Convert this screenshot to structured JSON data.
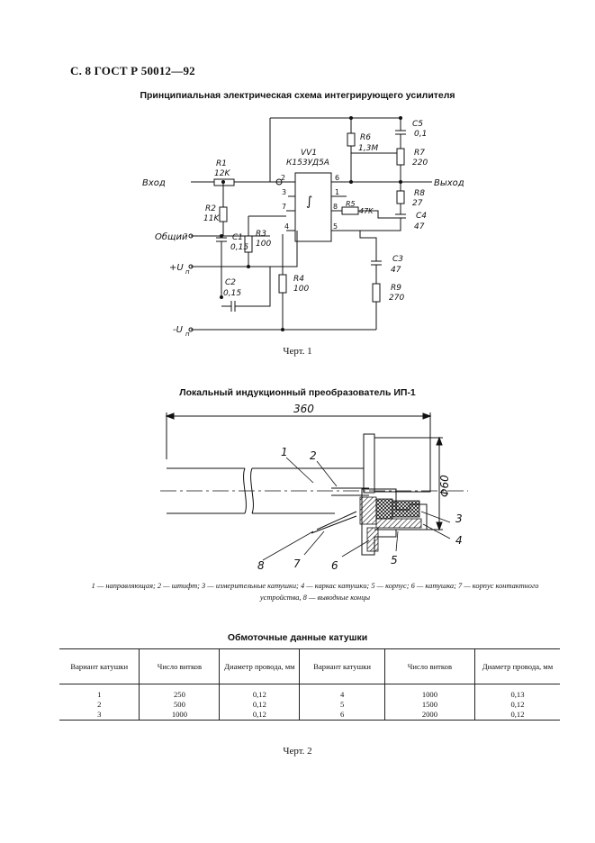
{
  "header": "С. 8 ГОСТ Р 50012—92",
  "figure1": {
    "title": "Принципиальная электрическая схема интегрирующего усилителя",
    "caption": "Черт. 1",
    "labels": {
      "input": "Вход",
      "output": "Выход",
      "common": "Общий",
      "plus_supply": "+U",
      "minus_supply": "-U",
      "supply_sub": "п",
      "chip_ref": "VV1",
      "chip_type": "К153УД5А",
      "integral": "∫",
      "r1": "R1",
      "r1_val": "12K",
      "r2": "R2",
      "r2_val": "11K",
      "r3": "R3",
      "r3_val": "100",
      "r4": "R4",
      "r4_val": "100",
      "r5": "R5",
      "r5_val": "47K",
      "r6": "R6",
      "r6_val": "1,3M",
      "r7": "R7",
      "r7_val": "220",
      "r8": "R8",
      "r8_val": "27",
      "r9": "R9",
      "r9_val": "270",
      "c1": "C1",
      "c1_val": "0,15",
      "c2": "C2",
      "c2_val": "0,15",
      "c3": "C3",
      "c3_val": "47",
      "c4": "C4",
      "c4_val": "47",
      "c5": "C5",
      "c5_val": "0,1",
      "pins": [
        "2",
        "3",
        "7",
        "4",
        "6",
        "1",
        "8",
        "5"
      ]
    }
  },
  "figure2": {
    "title": "Локальный индукционный преобразователь ИП-1",
    "dim_length": "360",
    "dim_diameter": "Φ60",
    "callouts": [
      "1",
      "2",
      "3",
      "4",
      "5",
      "6",
      "7",
      "8"
    ],
    "legend": "1 — направляющая; 2 — штифт; 3 — измерительные катушки; 4 — каркас катушки; 5 — корпус; 6 — катушка; 7 — корпус контактного устройства, 8 — выводные концы"
  },
  "table": {
    "title": "Обмоточные данные катушки",
    "headers": [
      "Вариант катушки",
      "Число витков",
      "Диаметр провода, мм",
      "Вариант катушки",
      "Число витков",
      "Диаметр провода, мм"
    ],
    "rows": [
      [
        "1",
        "250",
        "0,12",
        "4",
        "1000",
        "0,13"
      ],
      [
        "2",
        "500",
        "0,12",
        "5",
        "1500",
        "0,12"
      ],
      [
        "3",
        "1000",
        "0,12",
        "6",
        "2000",
        "0,12"
      ]
    ]
  },
  "figure2_caption": "Черт. 2"
}
